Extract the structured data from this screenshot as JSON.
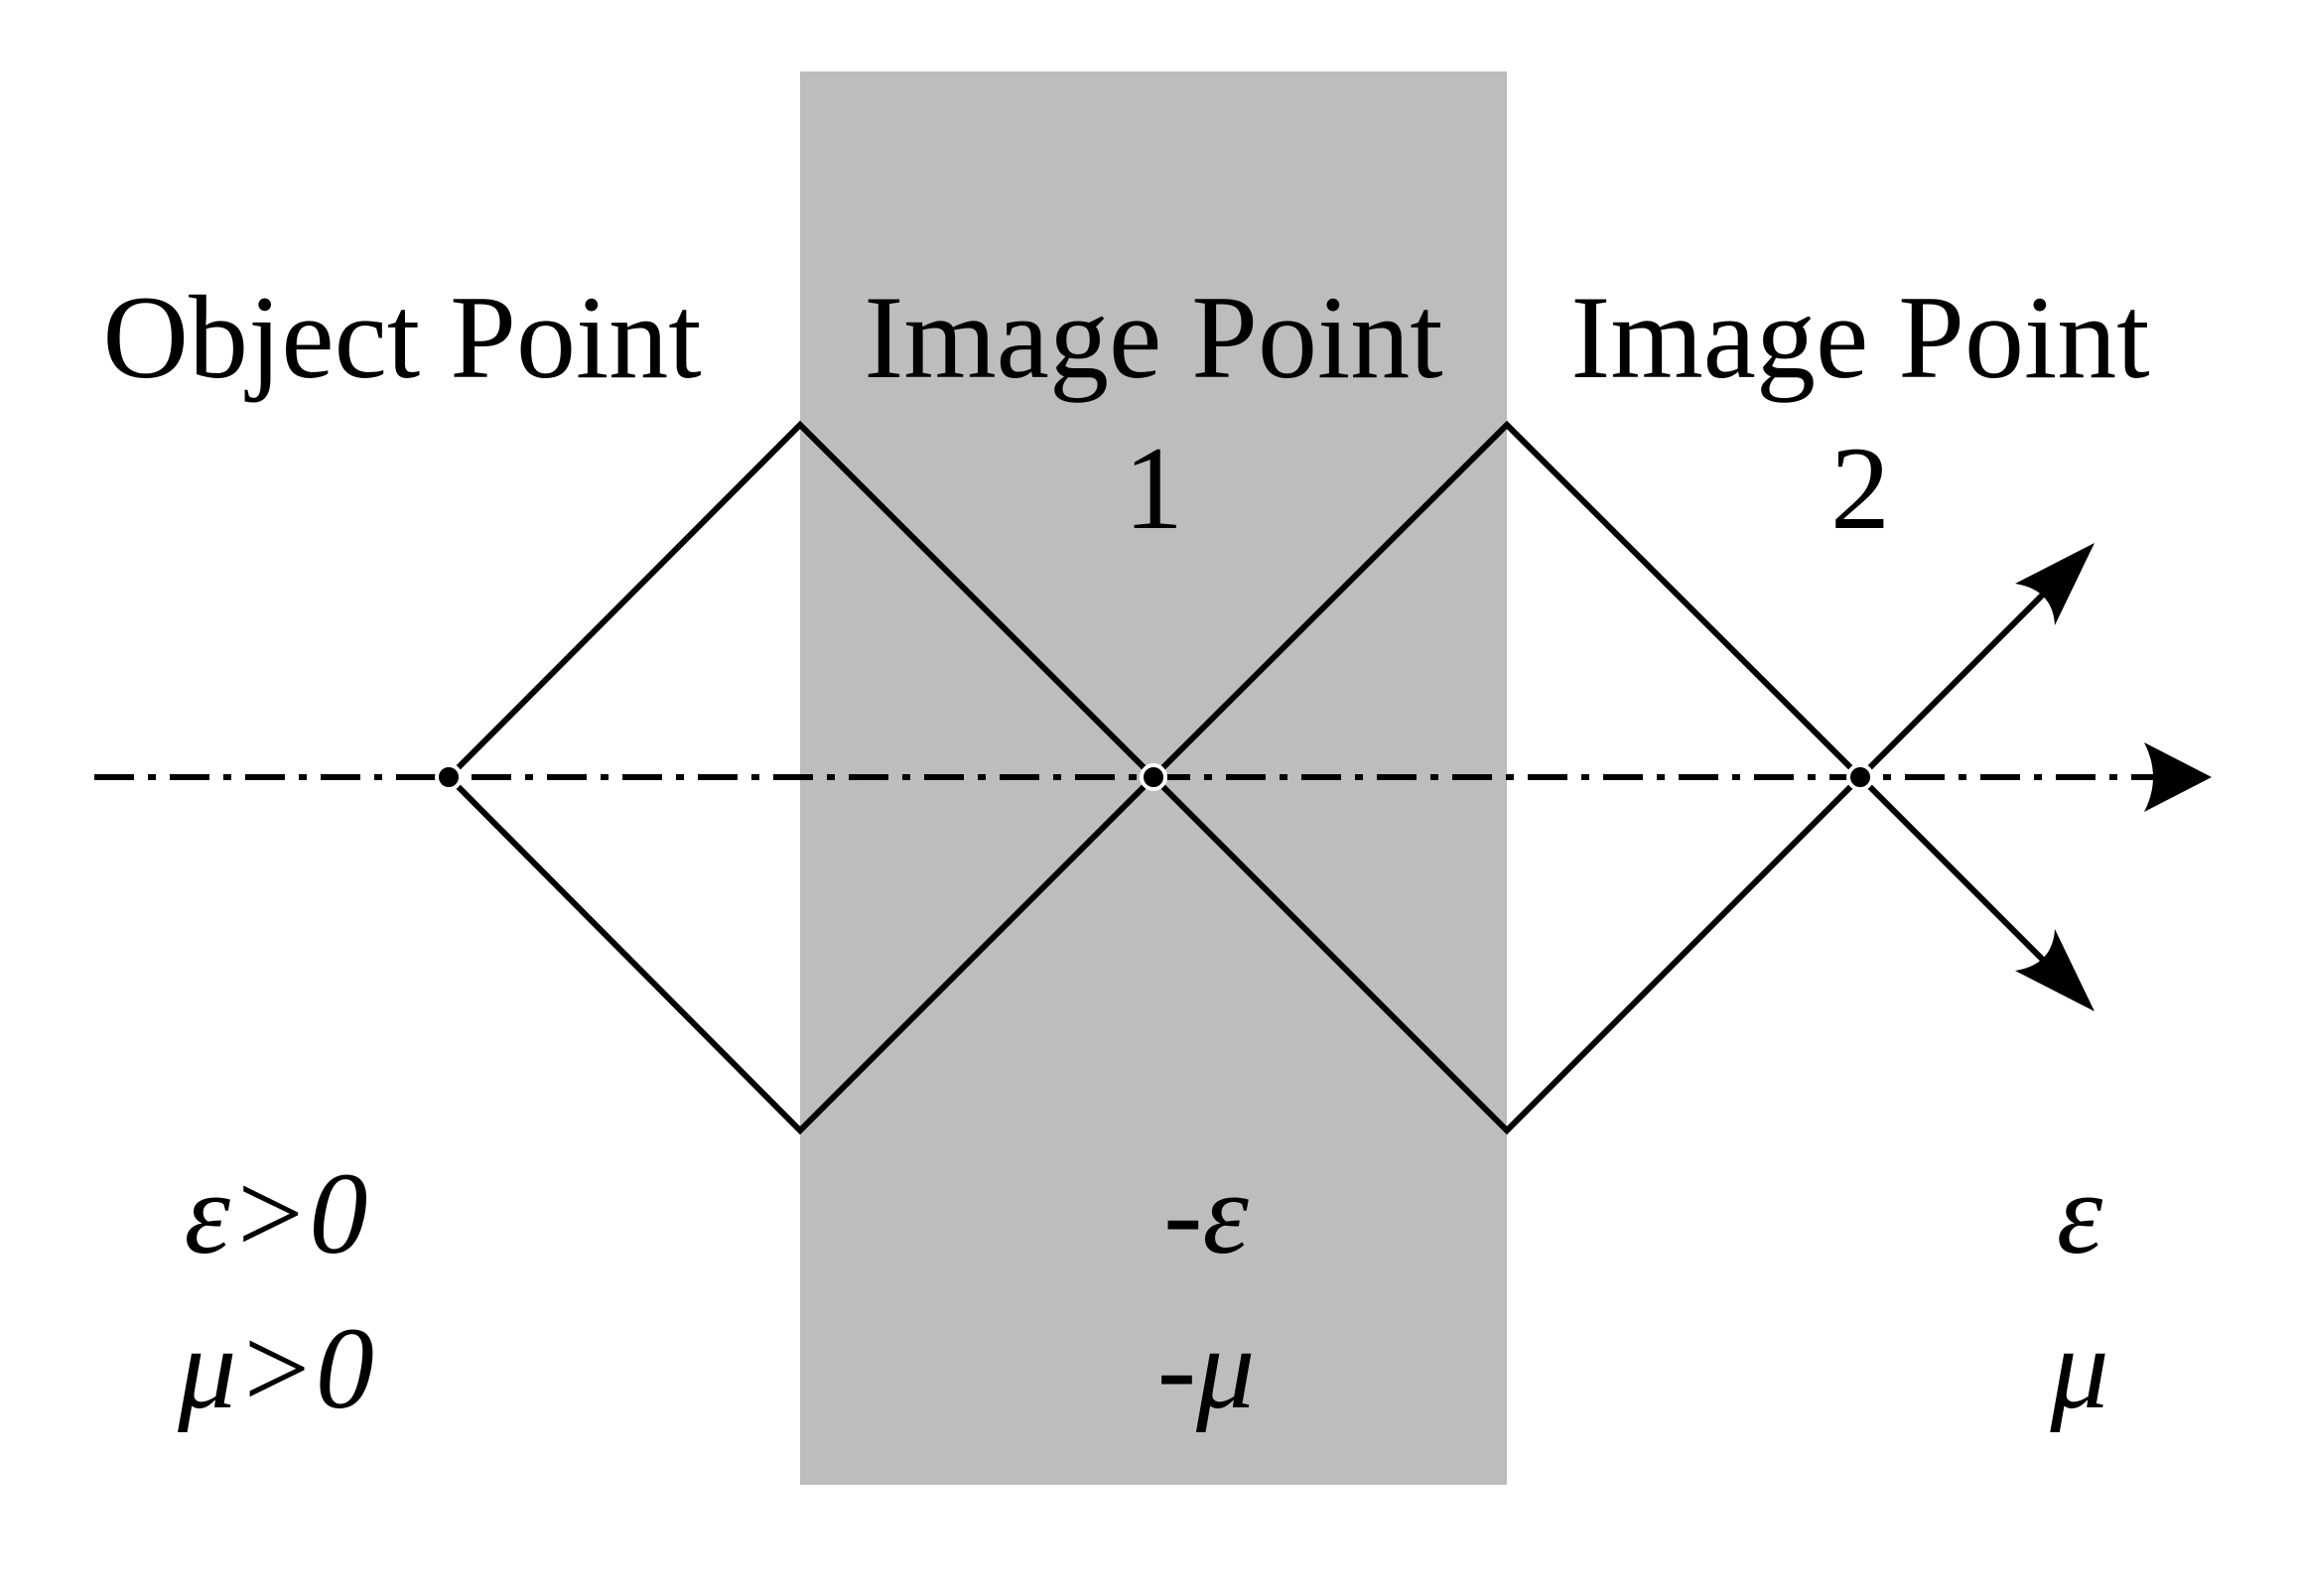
{
  "colors": {
    "slab": "#bcbdbf",
    "ink": "#000000",
    "background": "#ffffff"
  },
  "labels": {
    "object_point": "Object Point",
    "image_point_1_title": "Image Point",
    "image_point_1_number": "1",
    "image_point_2_title": "Image Point",
    "image_point_2_number": "2"
  },
  "media": {
    "left": {
      "epsilon": "ε>0",
      "mu": "μ>0"
    },
    "slab": {
      "epsilon": "-ε",
      "mu": "-μ"
    },
    "right": {
      "epsilon": "ε",
      "mu": "μ"
    }
  }
}
